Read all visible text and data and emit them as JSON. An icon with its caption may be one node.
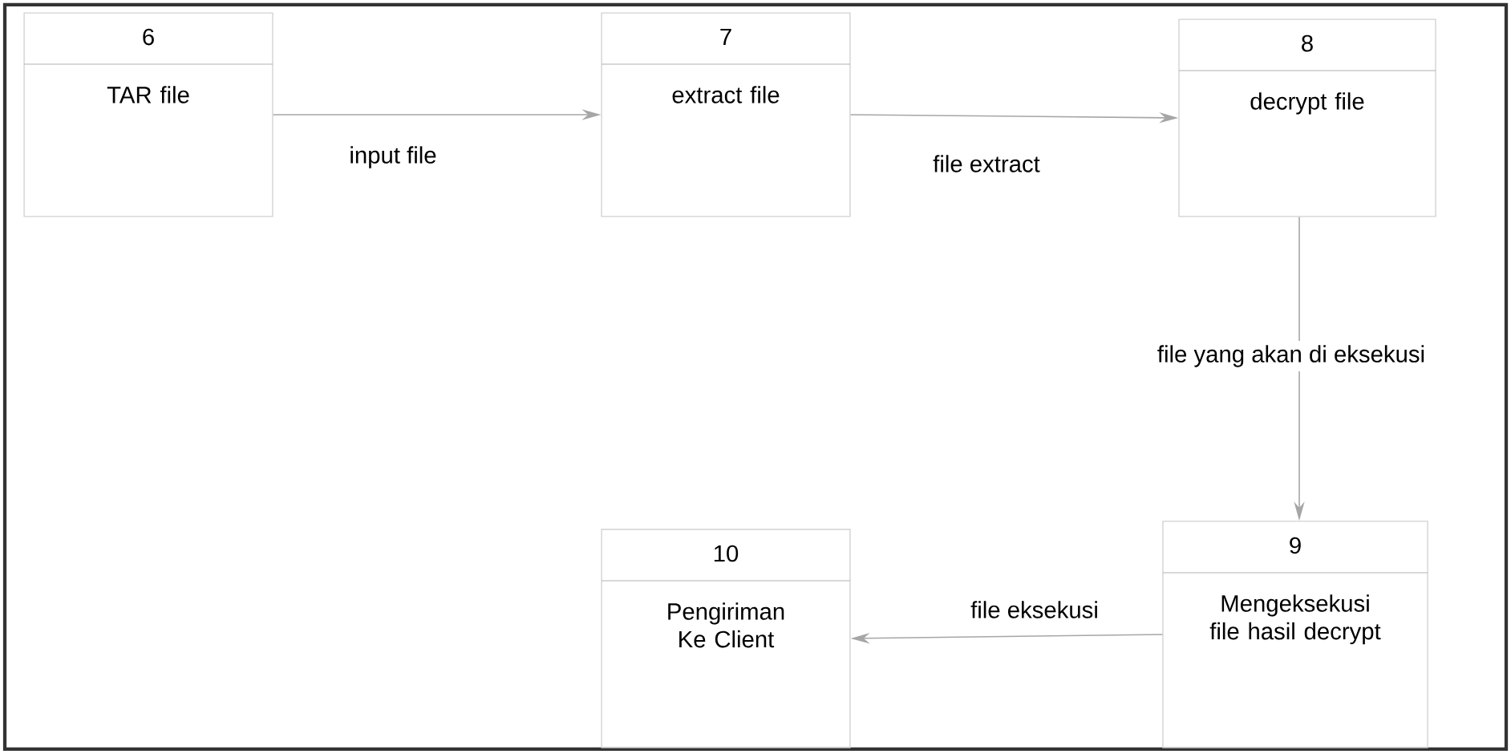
{
  "diagram": {
    "nodes": [
      {
        "text": [
          "6",
          "TAR file"
        ]
      },
      {
        "text": [
          "7",
          "extract file"
        ]
      },
      {
        "text": [
          "8",
          "decrypt file"
        ]
      },
      {
        "text": [
          "9",
          "Mengeksekusi file hasil decrypt"
        ]
      },
      {
        "text": [
          "10",
          "Pengiriman Ke Client"
        ]
      }
    ],
    "edges": [
      {
        "from": 0,
        "to": 1,
        "arrow": "to",
        "label": "input file"
      },
      {
        "from": 1,
        "to": 2,
        "arrow": "to",
        "label": "file extract"
      },
      {
        "from": 2,
        "to": 3,
        "arrow": "to",
        "label": "file yang akan di eksekusi"
      },
      {
        "from": 3,
        "to": 4,
        "arrow": "to",
        "label": "file eksekusi"
      }
    ]
  }
}
